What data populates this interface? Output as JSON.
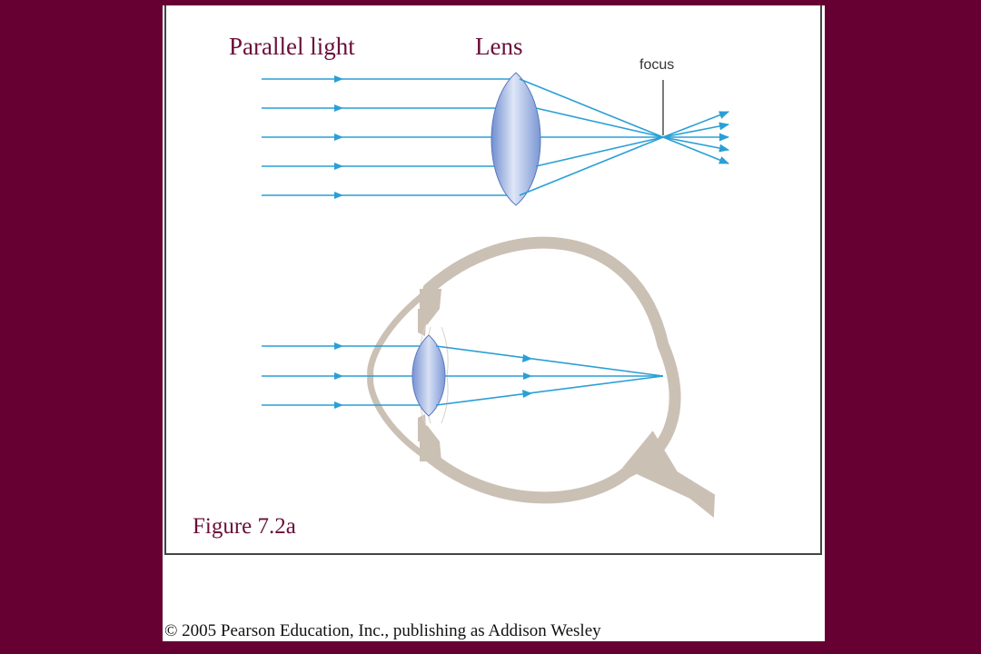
{
  "labels": {
    "parallel_light": "Parallel light",
    "lens": "Lens",
    "focus": "focus",
    "figure_caption": "Figure 7.2a",
    "copyright": "© 2005 Pearson Education, Inc., publishing as Addison Wesley"
  },
  "colors": {
    "background": "#660033",
    "panel": "#ffffff",
    "ray": "#2a9fd6",
    "lens_fill": "#8ea8dc",
    "eye_wall": "#cbc0b4",
    "title_text": "#6a0f3a"
  },
  "icons": {
    "lens": "convex-lens-icon",
    "eye": "eyeball-cross-section-icon"
  }
}
